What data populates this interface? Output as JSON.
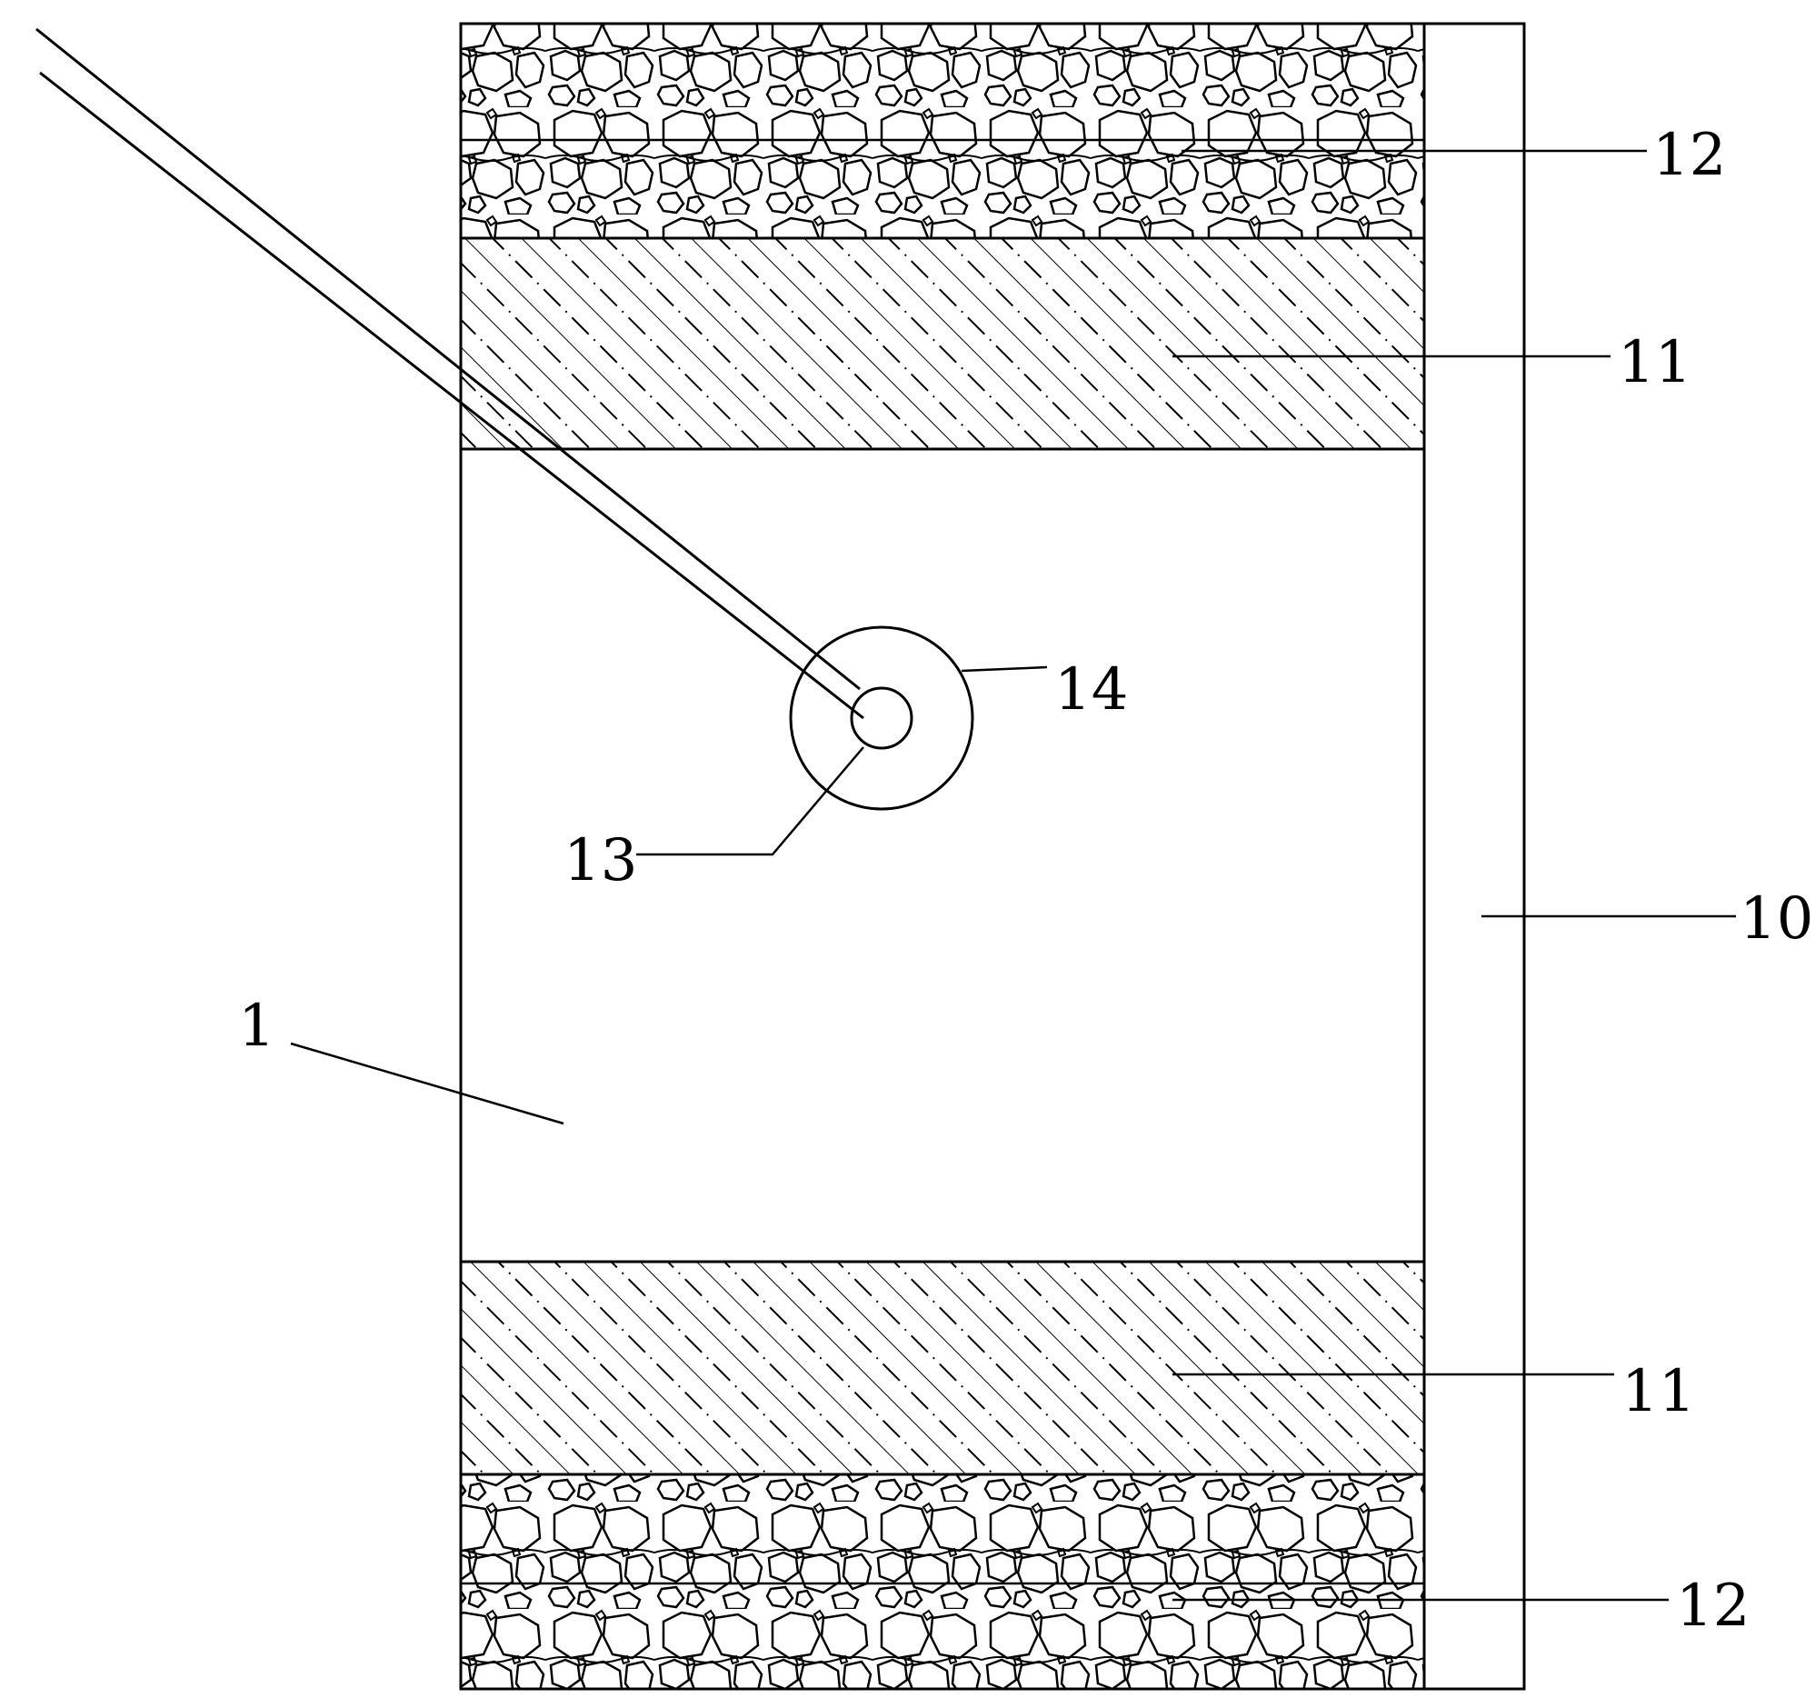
{
  "diagram": {
    "labels": {
      "main_body": "1",
      "outer_wall": "10",
      "hatched_layer_top": "11",
      "hatched_layer_bottom": "11",
      "gravel_layer_top": "12",
      "gravel_layer_bottom": "12",
      "inner_circle": "13",
      "outer_circle": "14"
    },
    "colors": {
      "stroke": "#000000",
      "background": "#ffffff"
    }
  }
}
